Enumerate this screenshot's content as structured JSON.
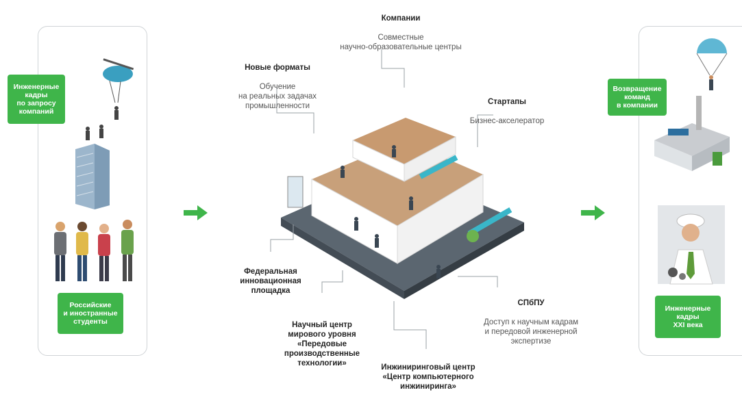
{
  "left": {
    "badge_top": "Инженерные\nкадры\nпо запросу\nкомпаний",
    "badge_bottom": "Российские\nи иностранные\nстуденты"
  },
  "right": {
    "badge_top": "Возвращение\nкоманд\nв компании",
    "badge_bottom": "Инженерные\nкадры\nXXI века"
  },
  "labels": {
    "companies": {
      "title": "Компании",
      "sub": "Совместные\nнаучно-образовательные центры"
    },
    "new_formats": {
      "title": "Новые форматы",
      "sub": "Обучение\nна реальных задачах\nпромышленности"
    },
    "startups": {
      "title": "Стартапы",
      "sub": "Бизнес-акселератор"
    },
    "federal": {
      "title": "Федеральная\nинновационная\nплощадка"
    },
    "spbpu": {
      "title": "СПбПУ",
      "sub": "Доступ к научным кадрам\nи передовой инженерной\nэкспертизе"
    },
    "science_center": {
      "title": "Научный центр\nмирового уровня\n«Передовые\nпроизводственные\nтехнологии»"
    },
    "engineering_center": {
      "title": "Инжиниринговый центр\n«Центр компьютерного\nинжиниринга»"
    }
  },
  "colors": {
    "accent_green": "#3fb54a",
    "panel_border": "#cfd3d6"
  }
}
